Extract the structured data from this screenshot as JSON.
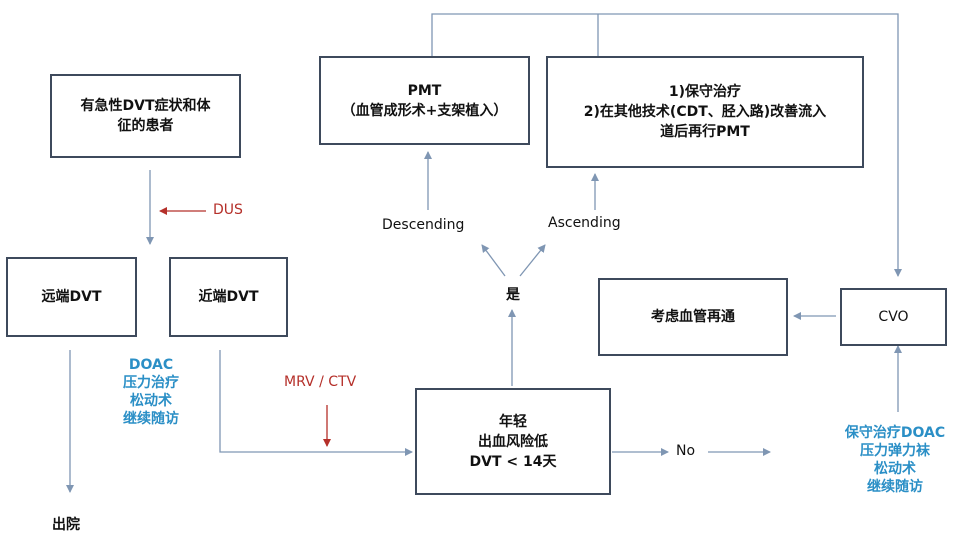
{
  "boxes": {
    "patient_line1": "有急性DVT症状和体",
    "patient_line2": "征的患者",
    "distal": "远端DVT",
    "proximal": "近端DVT",
    "pmt_line1": "PMT",
    "pmt_line2": "（血管成形术+支架植入）",
    "conservative_line1": "1)保守治疗",
    "conservative_line2": "2)在其他技术(CDT、胫入路)改善流入",
    "conservative_line3": "道后再行PMT",
    "recanal": "考虑血管再通",
    "cvo": "CVO",
    "criteria_line1": "年轻",
    "criteria_line2": "出血风险低",
    "criteria_line3": "DVT < 14天"
  },
  "labels": {
    "dus": "DUS",
    "mrv_ctv": "MRV / CTV",
    "descending": "Descending",
    "ascending": "Ascending",
    "yes": "是",
    "no": "No",
    "discharge": "出院"
  },
  "distal_treatment": [
    "DOAC",
    "压力治疗",
    "松动术",
    "继续随访"
  ],
  "cvo_treatment": [
    "保守治疗DOAC",
    "压力弹力袜",
    "松动术",
    "继续随访"
  ],
  "colors": {
    "box_border": "#3e4a5c",
    "arrow": "#7f96b3",
    "red_arrow": "#b5302a",
    "blue_text": "#2b8fc6"
  }
}
